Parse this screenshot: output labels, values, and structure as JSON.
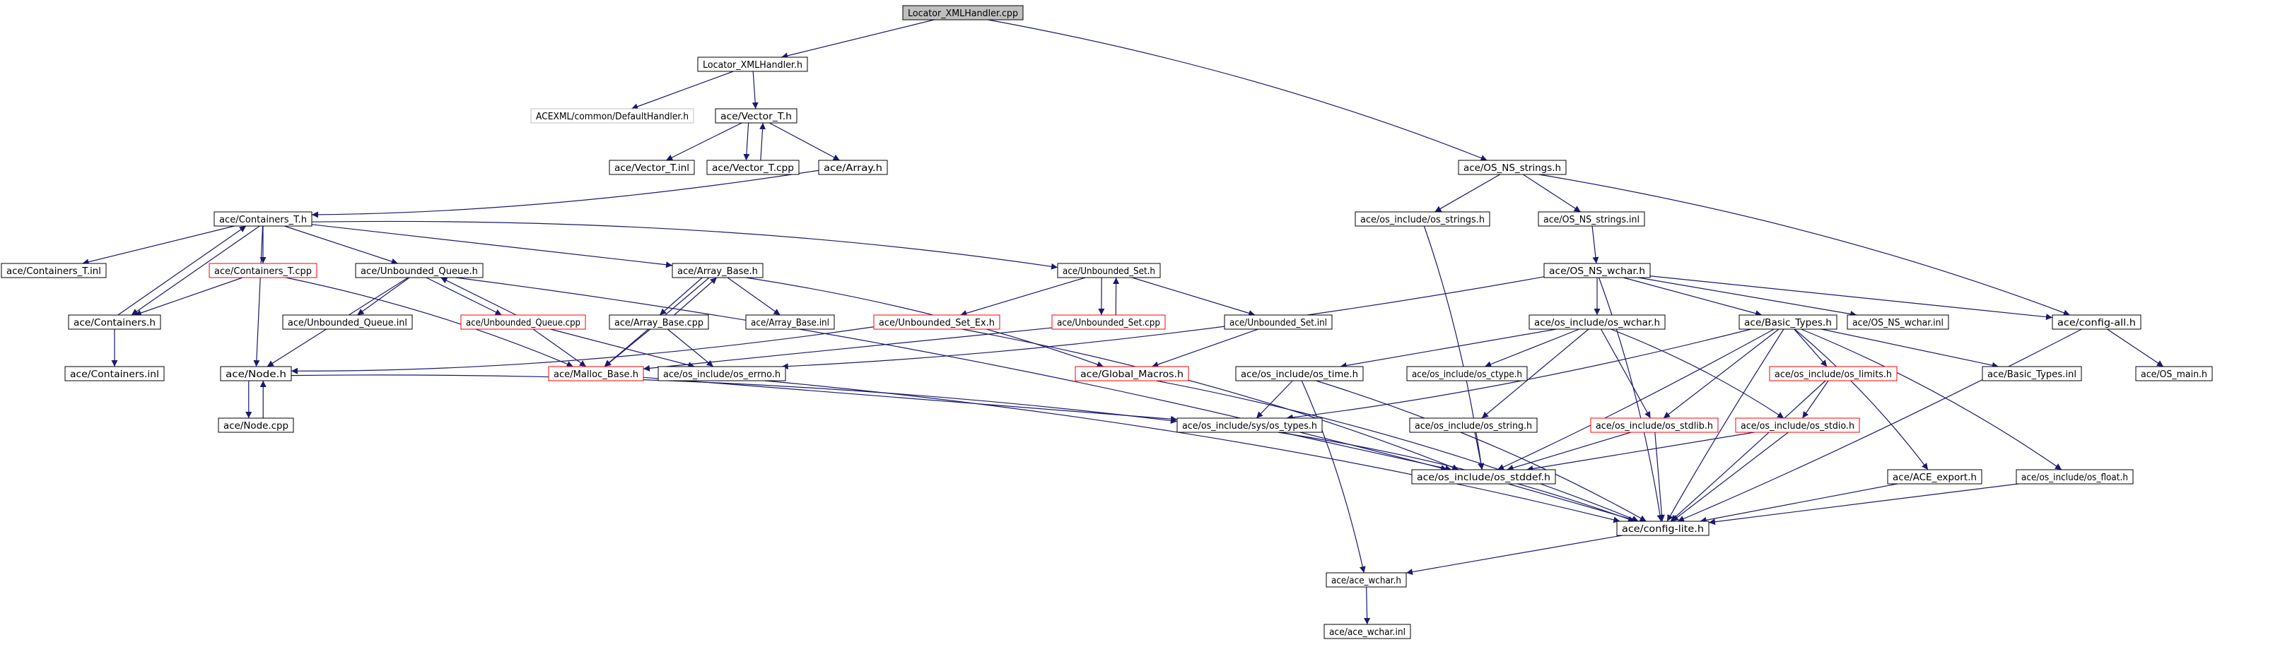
{
  "colors": {
    "edge": "#191970",
    "node_border": "#000000",
    "node_border_incomplete": "#ff0000",
    "node_border_external": "#bfbfbf",
    "root_fill": "#bfbfbf",
    "node_fill": "#ffffff",
    "text": "#000000"
  },
  "graph": {
    "nodes": [
      {
        "id": "n0",
        "label": "Locator_XMLHandler.cpp",
        "style": "root"
      },
      {
        "id": "n1",
        "label": "Locator_XMLHandler.h",
        "style": "normal"
      },
      {
        "id": "n2",
        "label": "ACEXML/common/DefaultHandler.h",
        "style": "external"
      },
      {
        "id": "n3",
        "label": "ace/Vector_T.h",
        "style": "normal"
      },
      {
        "id": "n4",
        "label": "ace/Vector_T.inl",
        "style": "normal"
      },
      {
        "id": "n5",
        "label": "ace/Vector_T.cpp",
        "style": "normal"
      },
      {
        "id": "n6",
        "label": "ace/Array.h",
        "style": "normal"
      },
      {
        "id": "n7",
        "label": "ace/Containers_T.h",
        "style": "normal"
      },
      {
        "id": "n8",
        "label": "ace/Containers_T.inl",
        "style": "normal"
      },
      {
        "id": "n9",
        "label": "ace/Containers_T.cpp",
        "style": "incomplete"
      },
      {
        "id": "n10",
        "label": "ace/Unbounded_Queue.h",
        "style": "normal"
      },
      {
        "id": "n11",
        "label": "ace/Array_Base.h",
        "style": "normal"
      },
      {
        "id": "n12",
        "label": "ace/Unbounded_Set.h",
        "style": "normal"
      },
      {
        "id": "n13",
        "label": "ace/Containers.h",
        "style": "normal"
      },
      {
        "id": "n14",
        "label": "ace/Containers.inl",
        "style": "normal"
      },
      {
        "id": "n15",
        "label": "ace/Node.h",
        "style": "normal"
      },
      {
        "id": "n16",
        "label": "ace/Node.cpp",
        "style": "normal"
      },
      {
        "id": "n17",
        "label": "ace/Unbounded_Queue.inl",
        "style": "normal"
      },
      {
        "id": "n18",
        "label": "ace/Unbounded_Queue.cpp",
        "style": "incomplete"
      },
      {
        "id": "n19",
        "label": "ace/Array_Base.cpp",
        "style": "normal"
      },
      {
        "id": "n20",
        "label": "ace/Array_Base.inl",
        "style": "normal"
      },
      {
        "id": "n21",
        "label": "ace/Unbounded_Set_Ex.h",
        "style": "incomplete"
      },
      {
        "id": "n22",
        "label": "ace/Unbounded_Set.cpp",
        "style": "incomplete"
      },
      {
        "id": "n23",
        "label": "ace/Unbounded_Set.inl",
        "style": "normal"
      },
      {
        "id": "n24",
        "label": "ace/Malloc_Base.h",
        "style": "incomplete"
      },
      {
        "id": "n25",
        "label": "ace/os_include/os_errno.h",
        "style": "normal"
      },
      {
        "id": "n26",
        "label": "ace/Global_Macros.h",
        "style": "incomplete"
      },
      {
        "id": "n27",
        "label": "ace/OS_NS_strings.h",
        "style": "normal"
      },
      {
        "id": "n28",
        "label": "ace/os_include/os_strings.h",
        "style": "normal"
      },
      {
        "id": "n29",
        "label": "ace/OS_NS_strings.inl",
        "style": "normal"
      },
      {
        "id": "n30",
        "label": "ace/OS_NS_wchar.h",
        "style": "normal"
      },
      {
        "id": "n31",
        "label": "ace/os_include/os_wchar.h",
        "style": "normal"
      },
      {
        "id": "n32",
        "label": "ace/Basic_Types.h",
        "style": "normal"
      },
      {
        "id": "n33",
        "label": "ace/OS_NS_wchar.inl",
        "style": "normal"
      },
      {
        "id": "n34",
        "label": "ace/config-all.h",
        "style": "normal"
      },
      {
        "id": "n35",
        "label": "ace/os_include/os_time.h",
        "style": "normal"
      },
      {
        "id": "n36",
        "label": "ace/os_include/os_ctype.h",
        "style": "normal"
      },
      {
        "id": "n37",
        "label": "ace/os_include/os_limits.h",
        "style": "incomplete"
      },
      {
        "id": "n38",
        "label": "ace/Basic_Types.inl",
        "style": "normal"
      },
      {
        "id": "n39",
        "label": "ace/OS_main.h",
        "style": "normal"
      },
      {
        "id": "n40",
        "label": "ace/os_include/sys/os_types.h",
        "style": "normal"
      },
      {
        "id": "n41",
        "label": "ace/os_include/os_string.h",
        "style": "normal"
      },
      {
        "id": "n42",
        "label": "ace/os_include/os_stdlib.h",
        "style": "incomplete"
      },
      {
        "id": "n43",
        "label": "ace/os_include/os_stdio.h",
        "style": "incomplete"
      },
      {
        "id": "n44",
        "label": "ace/os_include/os_stddef.h",
        "style": "normal"
      },
      {
        "id": "n45",
        "label": "ace/ACE_export.h",
        "style": "normal"
      },
      {
        "id": "n46",
        "label": "ace/os_include/os_float.h",
        "style": "normal"
      },
      {
        "id": "n47",
        "label": "ace/config-lite.h",
        "style": "normal"
      },
      {
        "id": "n48",
        "label": "ace/ace_wchar.h",
        "style": "normal"
      },
      {
        "id": "n49",
        "label": "ace/ace_wchar.inl",
        "style": "normal"
      }
    ],
    "edges": [
      [
        "n0",
        "n1"
      ],
      [
        "n0",
        "n27"
      ],
      [
        "n1",
        "n2"
      ],
      [
        "n1",
        "n3"
      ],
      [
        "n3",
        "n4"
      ],
      [
        "n3",
        "n5"
      ],
      [
        "n5",
        "n3"
      ],
      [
        "n3",
        "n6"
      ],
      [
        "n6",
        "n7"
      ],
      [
        "n7",
        "n8"
      ],
      [
        "n7",
        "n13"
      ],
      [
        "n13",
        "n7"
      ],
      [
        "n7",
        "n9"
      ],
      [
        "n7",
        "n15"
      ],
      [
        "n7",
        "n10"
      ],
      [
        "n7",
        "n11"
      ],
      [
        "n7",
        "n12"
      ],
      [
        "n9",
        "n13"
      ],
      [
        "n9",
        "n24"
      ],
      [
        "n13",
        "n14"
      ],
      [
        "n10",
        "n15"
      ],
      [
        "n10",
        "n17"
      ],
      [
        "n10",
        "n18"
      ],
      [
        "n18",
        "n10"
      ],
      [
        "n10",
        "n44"
      ],
      [
        "n15",
        "n16"
      ],
      [
        "n16",
        "n15"
      ],
      [
        "n15",
        "n40"
      ],
      [
        "n18",
        "n24"
      ],
      [
        "n18",
        "n25"
      ],
      [
        "n11",
        "n24"
      ],
      [
        "n11",
        "n19"
      ],
      [
        "n19",
        "n11"
      ],
      [
        "n11",
        "n20"
      ],
      [
        "n11",
        "n26"
      ],
      [
        "n19",
        "n24"
      ],
      [
        "n19",
        "n25"
      ],
      [
        "n12",
        "n21"
      ],
      [
        "n12",
        "n22"
      ],
      [
        "n22",
        "n12"
      ],
      [
        "n12",
        "n23"
      ],
      [
        "n21",
        "n15"
      ],
      [
        "n21",
        "n44"
      ],
      [
        "n22",
        "n24"
      ],
      [
        "n23",
        "n26"
      ],
      [
        "n24",
        "n40"
      ],
      [
        "n25",
        "n47"
      ],
      [
        "n26",
        "n47"
      ],
      [
        "n27",
        "n28"
      ],
      [
        "n27",
        "n29"
      ],
      [
        "n27",
        "n34"
      ],
      [
        "n28",
        "n44"
      ],
      [
        "n29",
        "n30"
      ],
      [
        "n30",
        "n25"
      ],
      [
        "n30",
        "n31"
      ],
      [
        "n30",
        "n32"
      ],
      [
        "n30",
        "n33"
      ],
      [
        "n30",
        "n34"
      ],
      [
        "n30",
        "n47"
      ],
      [
        "n31",
        "n35"
      ],
      [
        "n31",
        "n36"
      ],
      [
        "n31",
        "n41"
      ],
      [
        "n31",
        "n42"
      ],
      [
        "n31",
        "n43"
      ],
      [
        "n32",
        "n40"
      ],
      [
        "n32",
        "n37"
      ],
      [
        "n32",
        "n38"
      ],
      [
        "n32",
        "n42"
      ],
      [
        "n32",
        "n44"
      ],
      [
        "n32",
        "n45"
      ],
      [
        "n32",
        "n46"
      ],
      [
        "n32",
        "n47"
      ],
      [
        "n34",
        "n39"
      ],
      [
        "n34",
        "n47"
      ],
      [
        "n35",
        "n40"
      ],
      [
        "n35",
        "n47"
      ],
      [
        "n35",
        "n48"
      ],
      [
        "n37",
        "n43"
      ],
      [
        "n37",
        "n47"
      ],
      [
        "n40",
        "n44"
      ],
      [
        "n40",
        "n47"
      ],
      [
        "n41",
        "n44"
      ],
      [
        "n42",
        "n44"
      ],
      [
        "n42",
        "n47"
      ],
      [
        "n43",
        "n44"
      ],
      [
        "n43",
        "n47"
      ],
      [
        "n44",
        "n47"
      ],
      [
        "n45",
        "n47"
      ],
      [
        "n46",
        "n47"
      ],
      [
        "n47",
        "n48"
      ],
      [
        "n48",
        "n49"
      ]
    ]
  }
}
